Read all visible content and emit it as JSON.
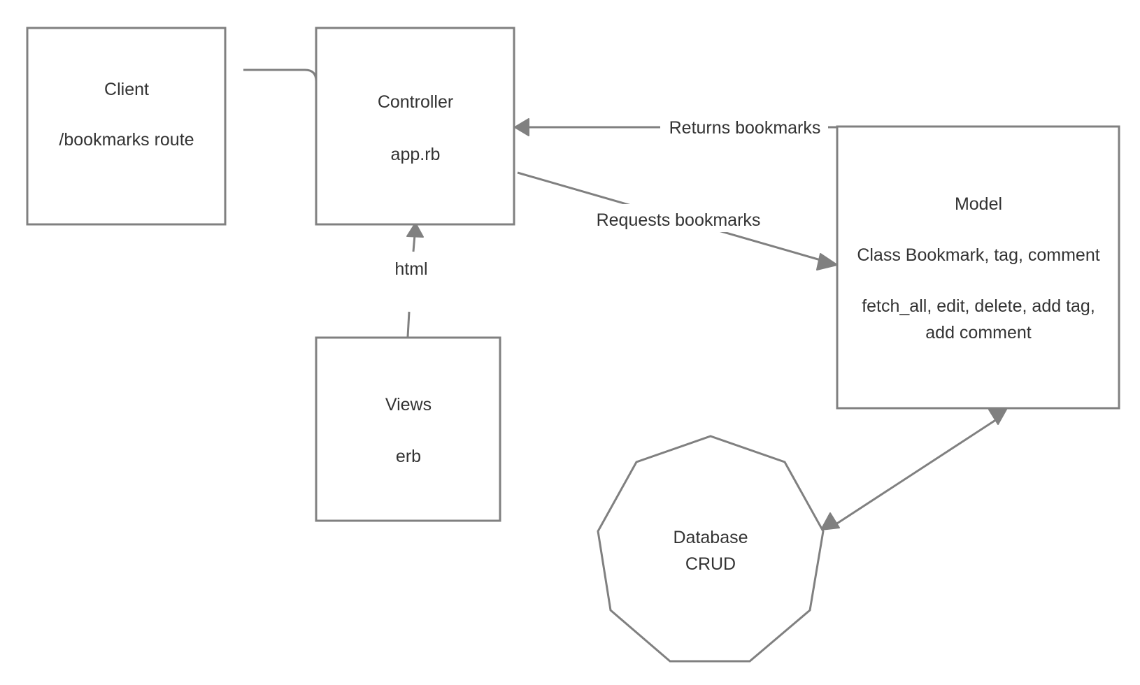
{
  "nodes": {
    "client": {
      "title": "Client",
      "subtitle": "/bookmarks route"
    },
    "controller": {
      "title": "Controller",
      "subtitle": "app.rb"
    },
    "views": {
      "title": "Views",
      "subtitle": "erb"
    },
    "model": {
      "title": "Model",
      "line1": "Class Bookmark, tag, comment",
      "line2": "fetch_all, edit, delete, add tag,",
      "line3": "add comment"
    },
    "database": {
      "title": "Database",
      "subtitle": "CRUD"
    }
  },
  "edges": {
    "returns": "Returns bookmarks",
    "requests": "Requests bookmarks",
    "html": "html"
  },
  "colors": {
    "stroke": "#808080",
    "text": "#333333",
    "background": "#ffffff"
  }
}
